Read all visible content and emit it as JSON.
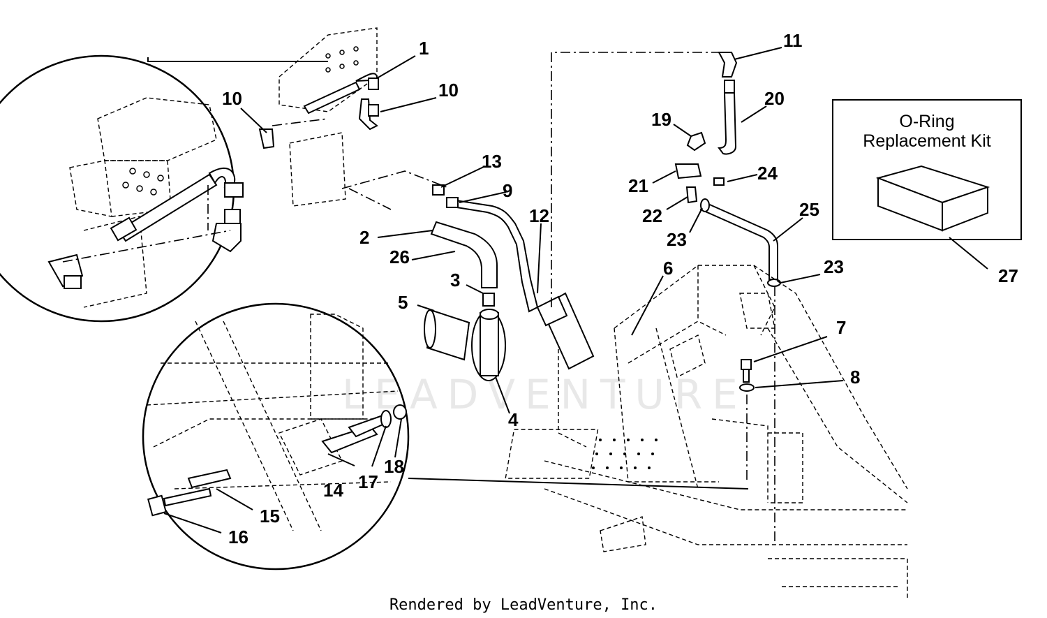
{
  "kit": {
    "title_line1": "O-Ring",
    "title_line2": "Replacement Kit"
  },
  "footer": {
    "credit": "Rendered by LeadVenture, Inc."
  },
  "watermark": {
    "text": "LEADVENTURE"
  },
  "callouts": {
    "c1": "1",
    "c2": "2",
    "c3": "3",
    "c4": "4",
    "c5": "5",
    "c6": "6",
    "c7": "7",
    "c8": "8",
    "c9": "9",
    "c10a": "10",
    "c10b": "10",
    "c11": "11",
    "c12": "12",
    "c13": "13",
    "c14": "14",
    "c15": "15",
    "c16": "16",
    "c17": "17",
    "c18": "18",
    "c19": "19",
    "c20": "20",
    "c21": "21",
    "c22": "22",
    "c23a": "23",
    "c23b": "23",
    "c24": "24",
    "c25": "25",
    "c26": "26",
    "c27": "27"
  }
}
